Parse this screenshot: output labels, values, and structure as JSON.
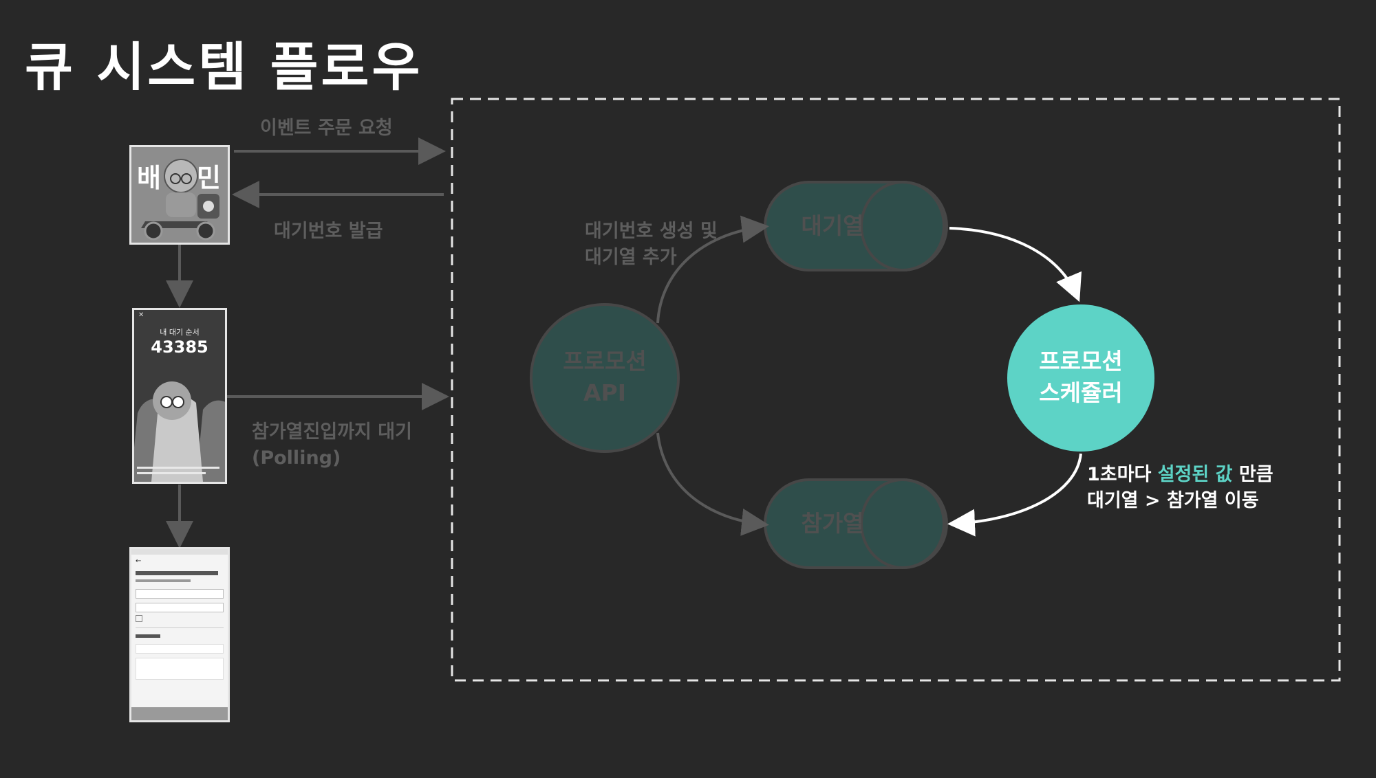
{
  "title": "큐 시스템 플로우",
  "arrows": {
    "event_order_request": "이벤트 주문 요청",
    "issue_wait_number": "대기번호 발급",
    "wait_until_enter_line1": "참가열진입까지 대기",
    "wait_until_enter_line2": "(Polling)",
    "create_wait_line1": "대기번호 생성 및",
    "create_wait_line2": "대기열 추가"
  },
  "nodes": {
    "promotion_api_line1": "프로모션",
    "promotion_api_line2": "API",
    "wait_queue": "대기열",
    "join_queue": "참가열",
    "scheduler_line1": "프로모션",
    "scheduler_line2": "스케쥴러"
  },
  "scheduler_note": {
    "line1_pre": "1초마다 ",
    "line1_accent": "설정된 값",
    "line1_post": " 만큼",
    "line2": "대기열 > 참가열 이동"
  },
  "thumbnails": {
    "banner": {
      "left_text": "배",
      "right_text": "민"
    },
    "wait_card": {
      "label": "내 대기 순서",
      "number": "43385"
    }
  },
  "colors": {
    "background": "#282828",
    "accent": "#5dd3c6",
    "dim_node_fill": "#2f4e4b",
    "dim_node_stroke": "#474747",
    "dim_text": "#5e5e5e",
    "dashed_border": "#e6e6e6"
  }
}
